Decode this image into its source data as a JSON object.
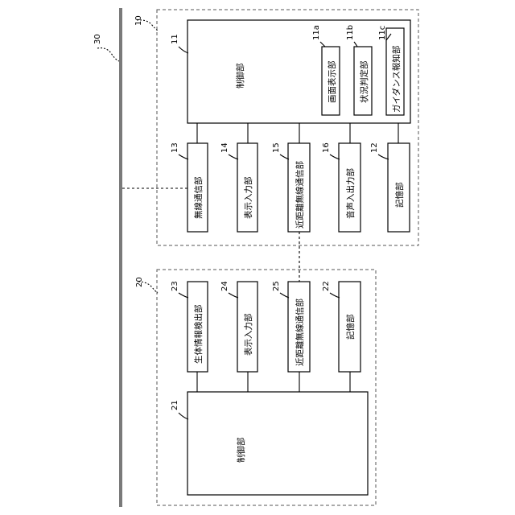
{
  "network": {
    "ref": "30"
  },
  "device1": {
    "ref": "10",
    "control": {
      "ref": "11",
      "label": "制御部",
      "subunits": [
        {
          "ref": "11a",
          "label": "画面表示部"
        },
        {
          "ref": "11b",
          "label": "状況判定部"
        },
        {
          "ref": "11c",
          "label": "ガイダンス報知部"
        }
      ]
    },
    "units": [
      {
        "ref": "13",
        "label": "無線通信部"
      },
      {
        "ref": "14",
        "label": "表示入力部"
      },
      {
        "ref": "15",
        "label": "近距離無線通信部"
      },
      {
        "ref": "16",
        "label": "音声入出力部"
      },
      {
        "ref": "12",
        "label": "記憶部"
      }
    ]
  },
  "device2": {
    "ref": "20",
    "control": {
      "ref": "21",
      "label": "制御部"
    },
    "units": [
      {
        "ref": "23",
        "label": "生体情報検出部"
      },
      {
        "ref": "24",
        "label": "表示入力部"
      },
      {
        "ref": "25",
        "label": "近距離無線通信部"
      },
      {
        "ref": "22",
        "label": "記憶部"
      }
    ]
  }
}
